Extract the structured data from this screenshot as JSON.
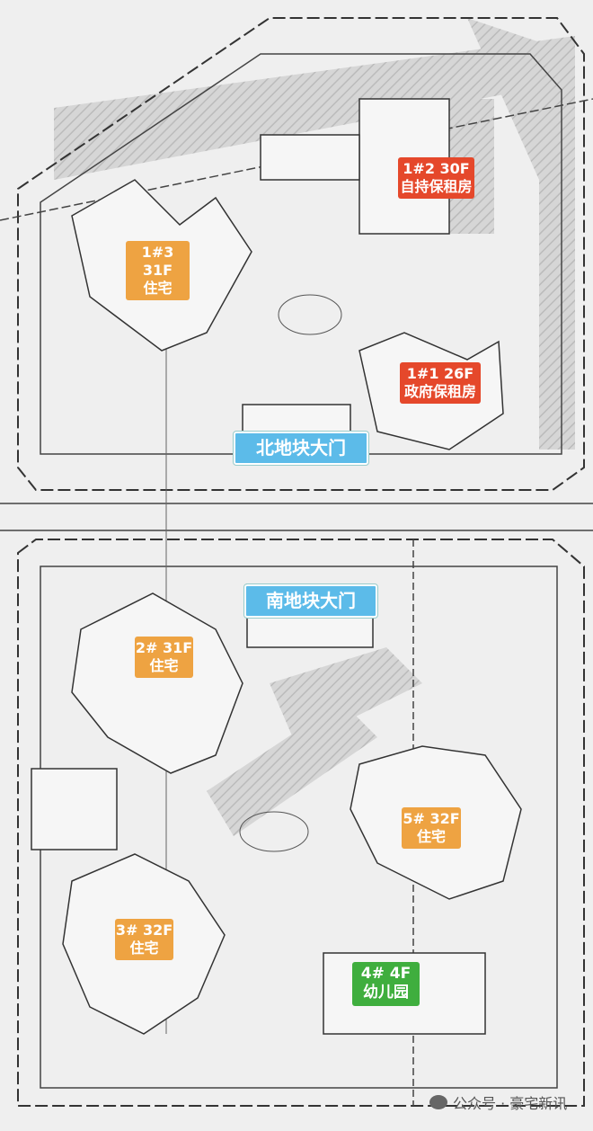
{
  "colors": {
    "rental_self": "#e5482b",
    "residential": "#eea342",
    "gate": "#5cbbe9",
    "kindergarten": "#3fae3e"
  },
  "labels": {
    "b1_2": {
      "line1": "1#2 30F",
      "line2": "自持保租房"
    },
    "b1_3": {
      "line1": "1#3 31F",
      "line2": "住宅"
    },
    "b1_1": {
      "line1": "1#1 26F",
      "line2": "政府保租房"
    },
    "north_gate": "北地块大门",
    "south_gate": "南地块大门",
    "b2": {
      "line1": "2# 31F",
      "line2": "住宅"
    },
    "b5": {
      "line1": "5# 32F",
      "line2": "住宅"
    },
    "b3": {
      "line1": "3# 32F",
      "line2": "住宅"
    },
    "b4": {
      "line1": "4# 4F",
      "line2": "幼儿园"
    }
  },
  "watermark": "公众号 · 豪宅新讯"
}
